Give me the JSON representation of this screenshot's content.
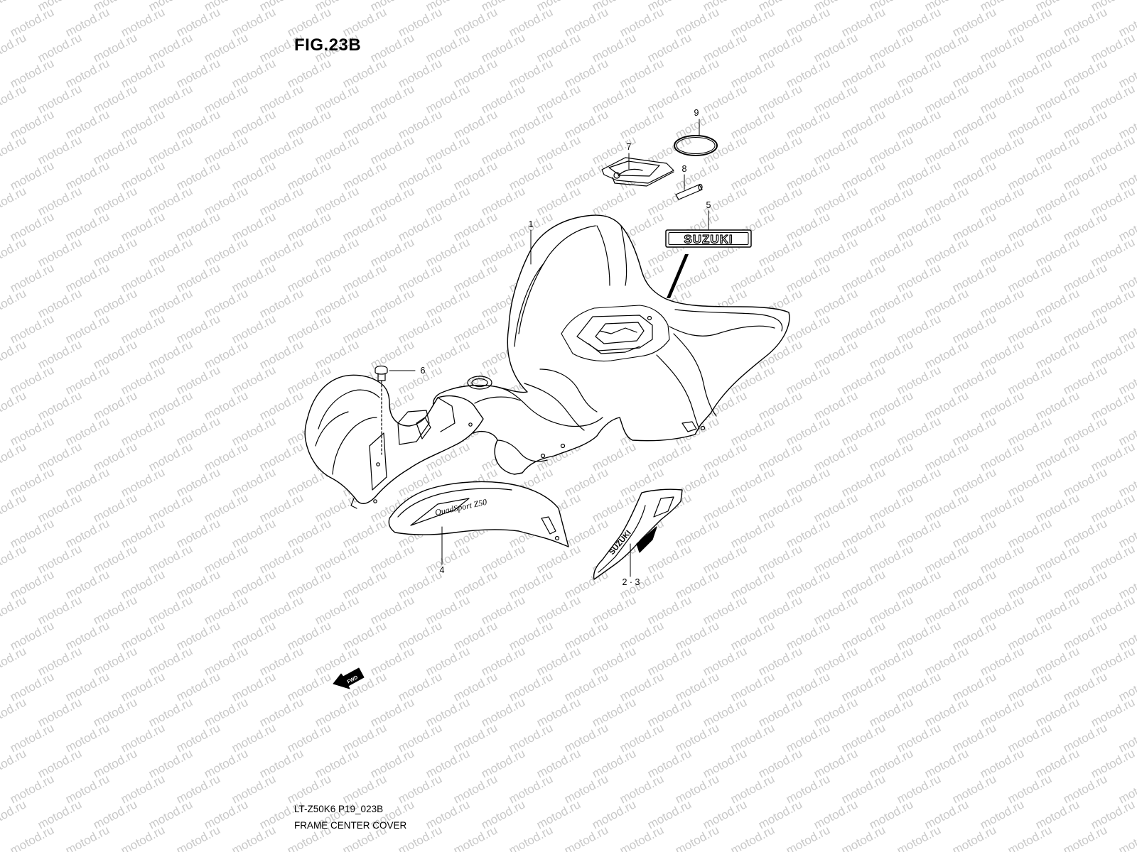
{
  "figure": {
    "title": "FIG.23B",
    "model_code": "LT-Z50K6 P19_023B",
    "section_name": "FRAME CENTER COVER"
  },
  "watermark": {
    "text": "motod.ru",
    "color": "#c8c8c8"
  },
  "callouts": [
    {
      "id": "1",
      "label": "1"
    },
    {
      "id": "23",
      "label": "2 · 3"
    },
    {
      "id": "4",
      "label": "4"
    },
    {
      "id": "5",
      "label": "5"
    },
    {
      "id": "6",
      "label": "6"
    },
    {
      "id": "7",
      "label": "7"
    },
    {
      "id": "8",
      "label": "8"
    },
    {
      "id": "9",
      "label": "9"
    }
  ],
  "parts": {
    "emblem_text": "SUZUKI",
    "fwd_arrow_text": "FWD",
    "side_decal_text": "SUZUKI",
    "front_decal_text": "QuadSport Z50"
  }
}
